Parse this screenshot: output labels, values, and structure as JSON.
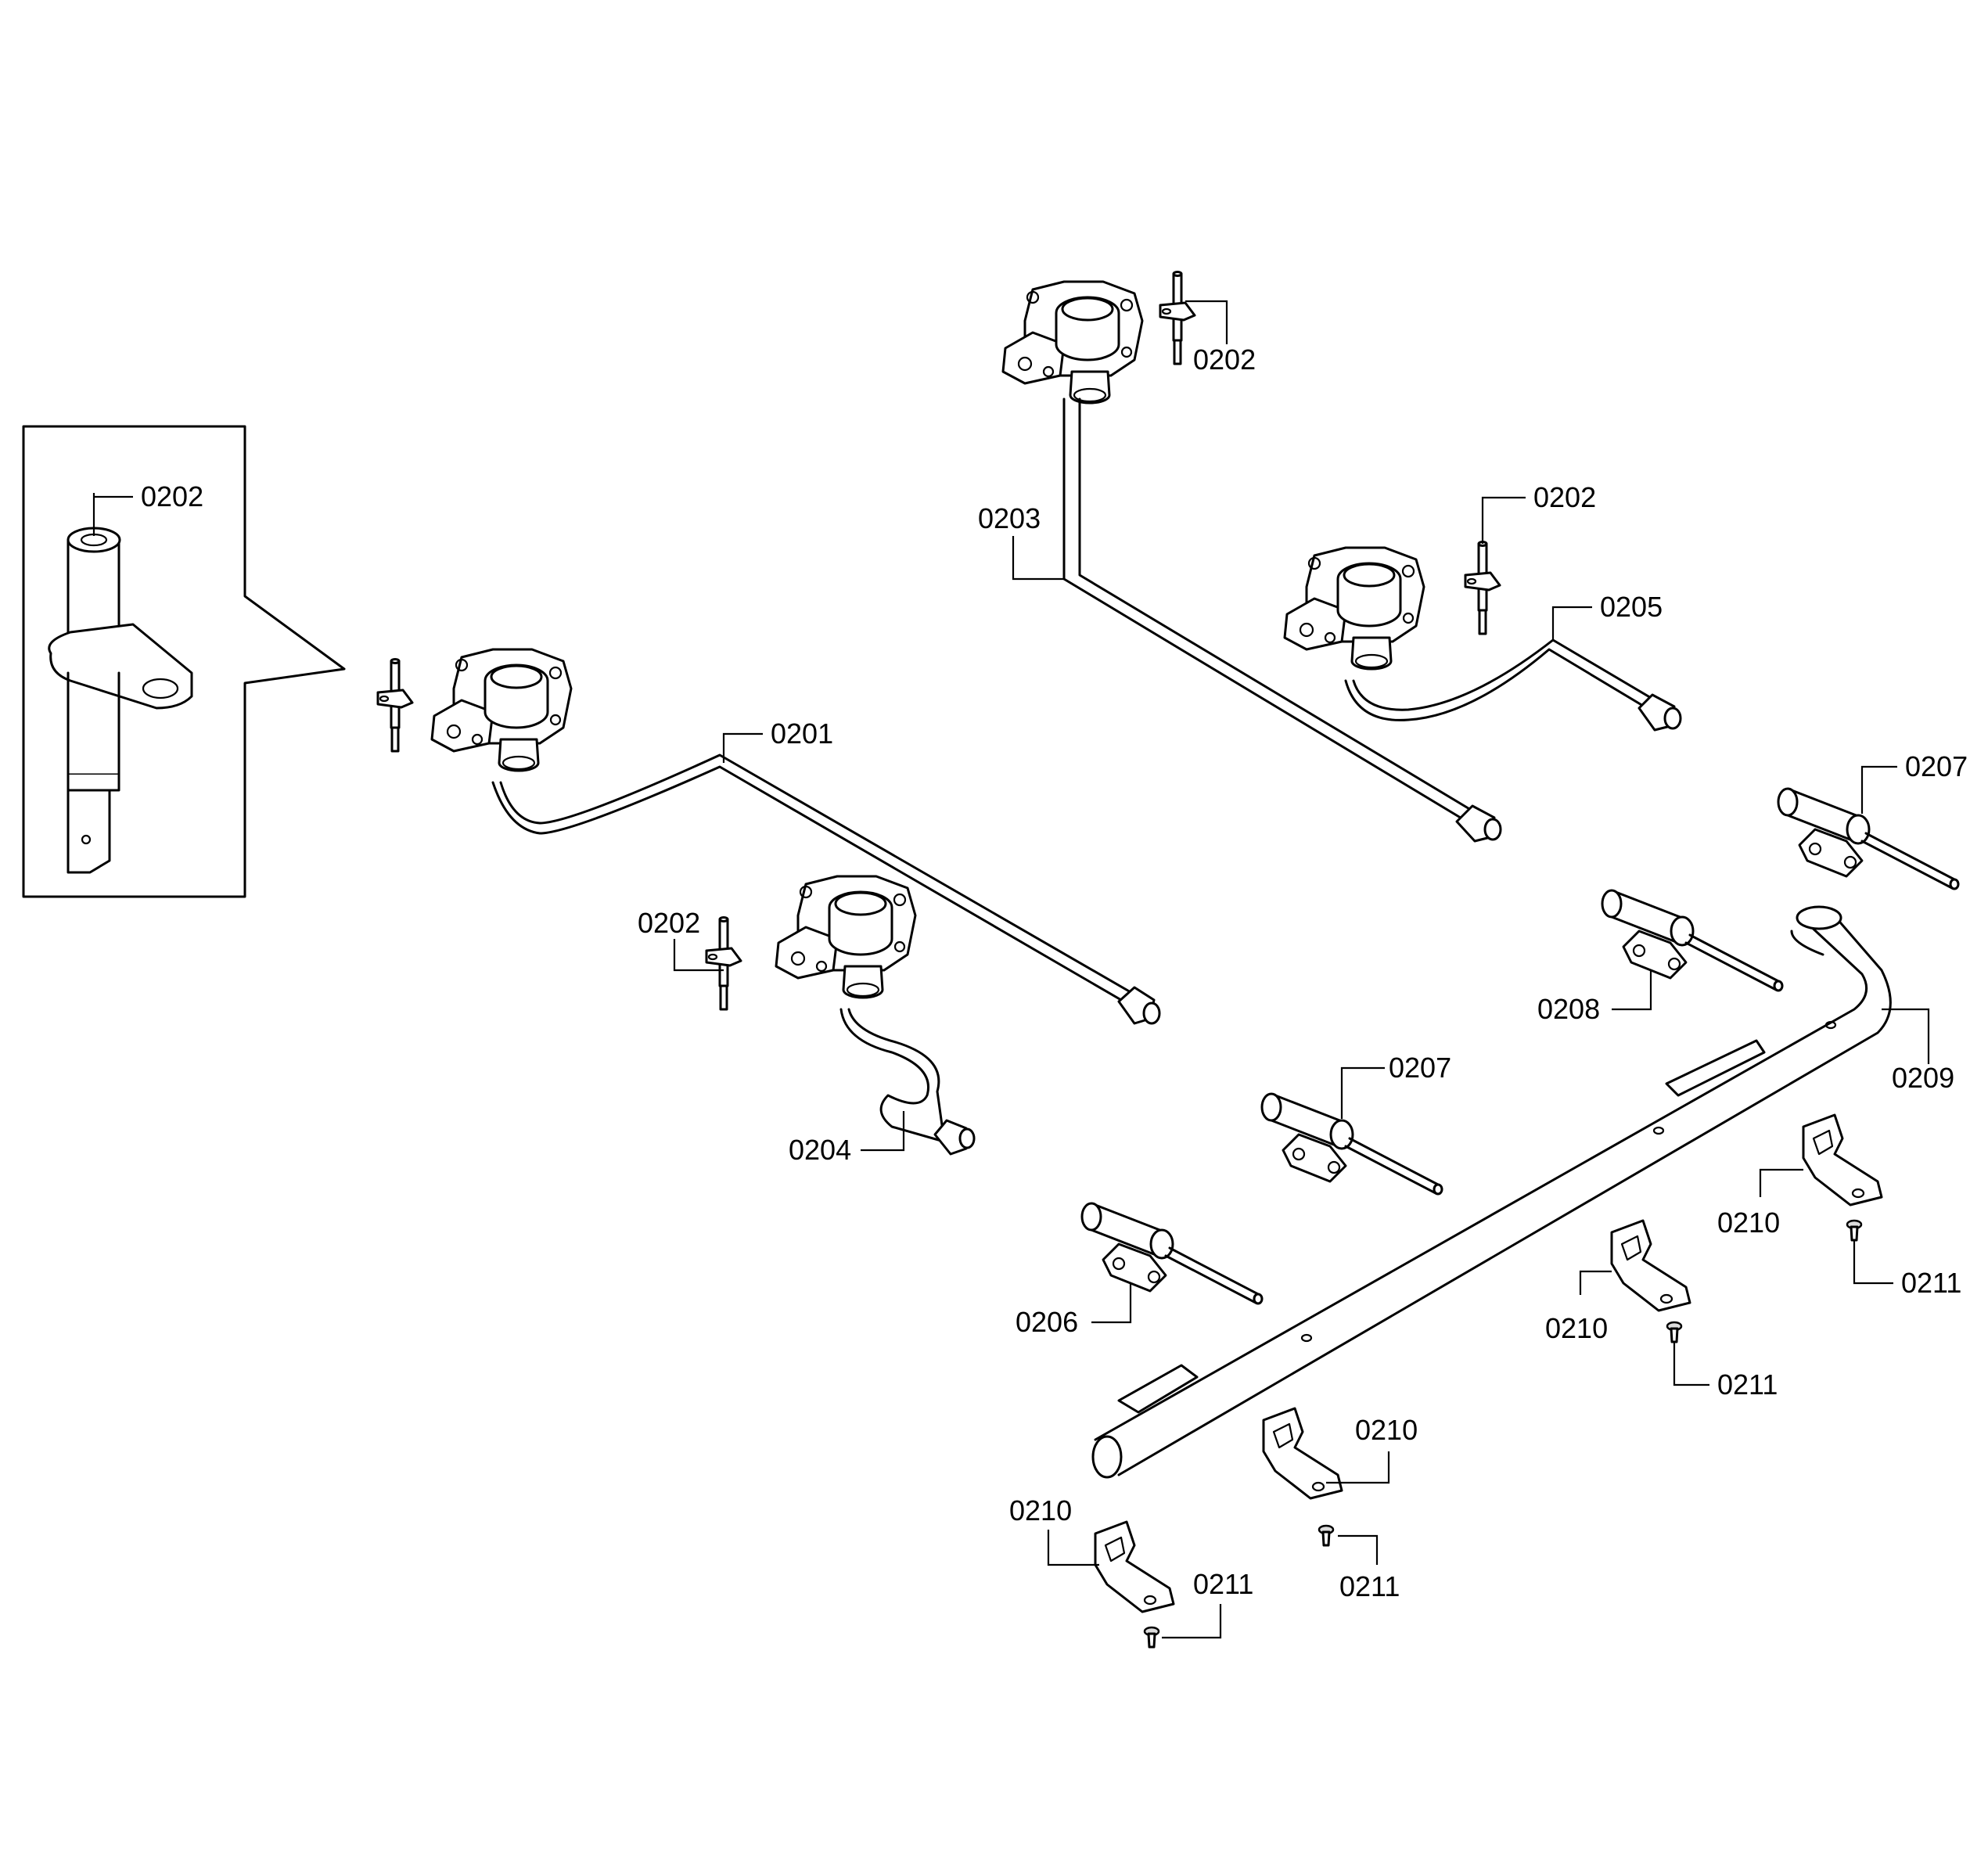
{
  "labels": {
    "l0202_inset": "0202",
    "l0202_top": "0202",
    "l0203": "0203",
    "l0202_right": "0202",
    "l0205": "0205",
    "l0201": "0201",
    "l0207_right": "0207",
    "l0202_mid": "0202",
    "l0208": "0208",
    "l0209": "0209",
    "l0207_mid": "0207",
    "l0204": "0204",
    "l0210_a": "0210",
    "l0211_a": "0211",
    "l0206": "0206",
    "l0210_b": "0210",
    "l0211_b": "0211",
    "l0210_c": "0210",
    "l0210_d": "0210",
    "l0211_c": "0211",
    "l0211_d": "0211"
  }
}
